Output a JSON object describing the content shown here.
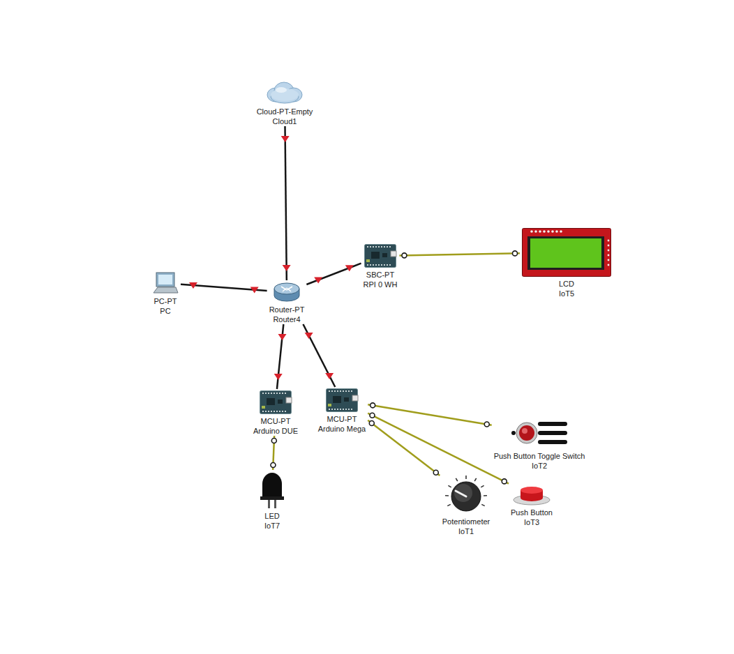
{
  "diagram": {
    "nodes": [
      {
        "text": [
          "Cloud-PT-Empty",
          "Cloud1"
        ]
      },
      {
        "text": [
          "Router-PT",
          "Router4"
        ]
      },
      {
        "text": [
          "PC-PT",
          "PC"
        ]
      },
      {
        "text": [
          "SBC-PT",
          "RPI 0 WH"
        ]
      },
      {
        "text": [
          "LCD",
          "IoT5"
        ]
      },
      {
        "text": [
          "MCU-PT",
          "Arduino DUE"
        ]
      },
      {
        "text": [
          "MCU-PT",
          "Arduino Mega"
        ]
      },
      {
        "text": [
          "LED",
          "IoT7"
        ]
      },
      {
        "text": [
          "Push Button Toggle Switch",
          "IoT2"
        ]
      },
      {
        "text": [
          "Potentiometer",
          "IoT1"
        ]
      },
      {
        "text": [
          "Push Button",
          "IoT3"
        ]
      }
    ],
    "edges": [
      {
        "from": 0,
        "to": 1,
        "arrow": "none"
      },
      {
        "from": 2,
        "to": 1,
        "arrow": "none"
      },
      {
        "from": 1,
        "to": 3,
        "arrow": "none"
      },
      {
        "from": 3,
        "to": 4,
        "arrow": "none"
      },
      {
        "from": 1,
        "to": 5,
        "arrow": "none"
      },
      {
        "from": 1,
        "to": 6,
        "arrow": "none"
      },
      {
        "from": 5,
        "to": 7,
        "arrow": "none"
      },
      {
        "from": 6,
        "to": 8,
        "arrow": "none"
      },
      {
        "from": 6,
        "to": 9,
        "arrow": "none"
      },
      {
        "from": 6,
        "to": 10,
        "arrow": "none"
      }
    ]
  }
}
